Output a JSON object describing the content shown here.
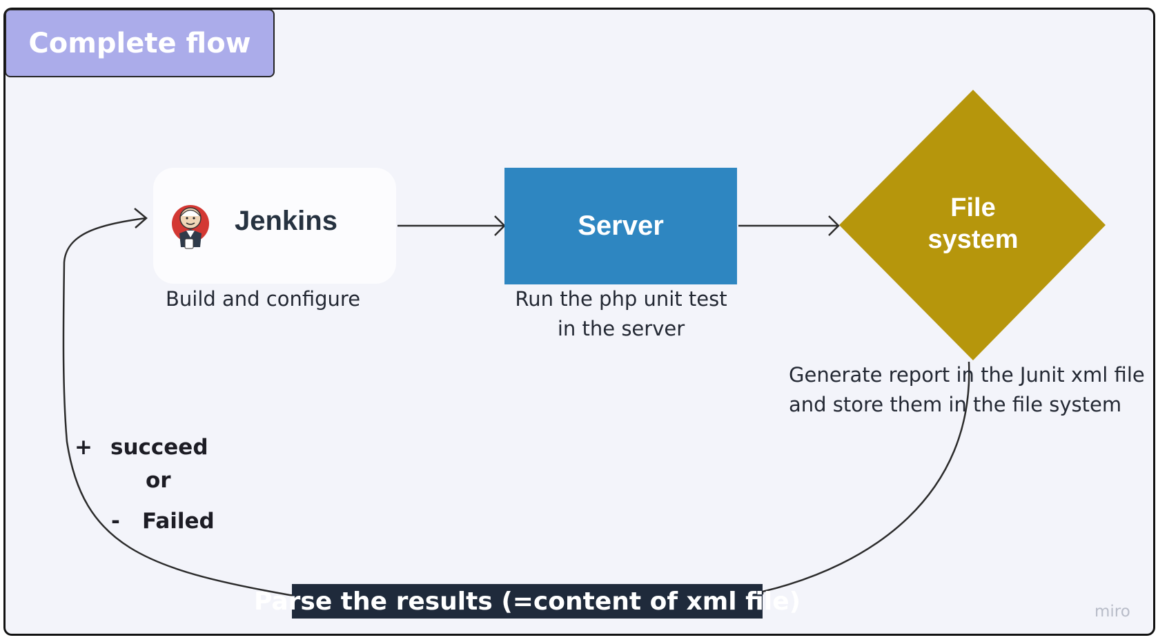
{
  "frame": {
    "title": "Complete flow"
  },
  "nodes": {
    "jenkins": {
      "label": "Jenkins",
      "caption": "Build and configure"
    },
    "server": {
      "label": "Server",
      "caption_line1": "Run the php unit test",
      "caption_line2": "in the server"
    },
    "file_system": {
      "label_line1": "File",
      "label_line2": "system",
      "caption_line1": "Generate report in the Junit xml file",
      "caption_line2": "and store them in the file system"
    }
  },
  "result": {
    "plus_symbol": "+",
    "succeed": "succeed",
    "or": "or",
    "minus_symbol": "-",
    "failed": "Failed"
  },
  "parse_label": "Parse the results (=content of xml file)",
  "watermark": "miro",
  "colors": {
    "board_bg": "#f3f4fa",
    "title_bg": "#abacea",
    "server_bg": "#2e86c1",
    "diamond_bg": "#b6960c",
    "parse_bg": "#1f2a3b"
  }
}
